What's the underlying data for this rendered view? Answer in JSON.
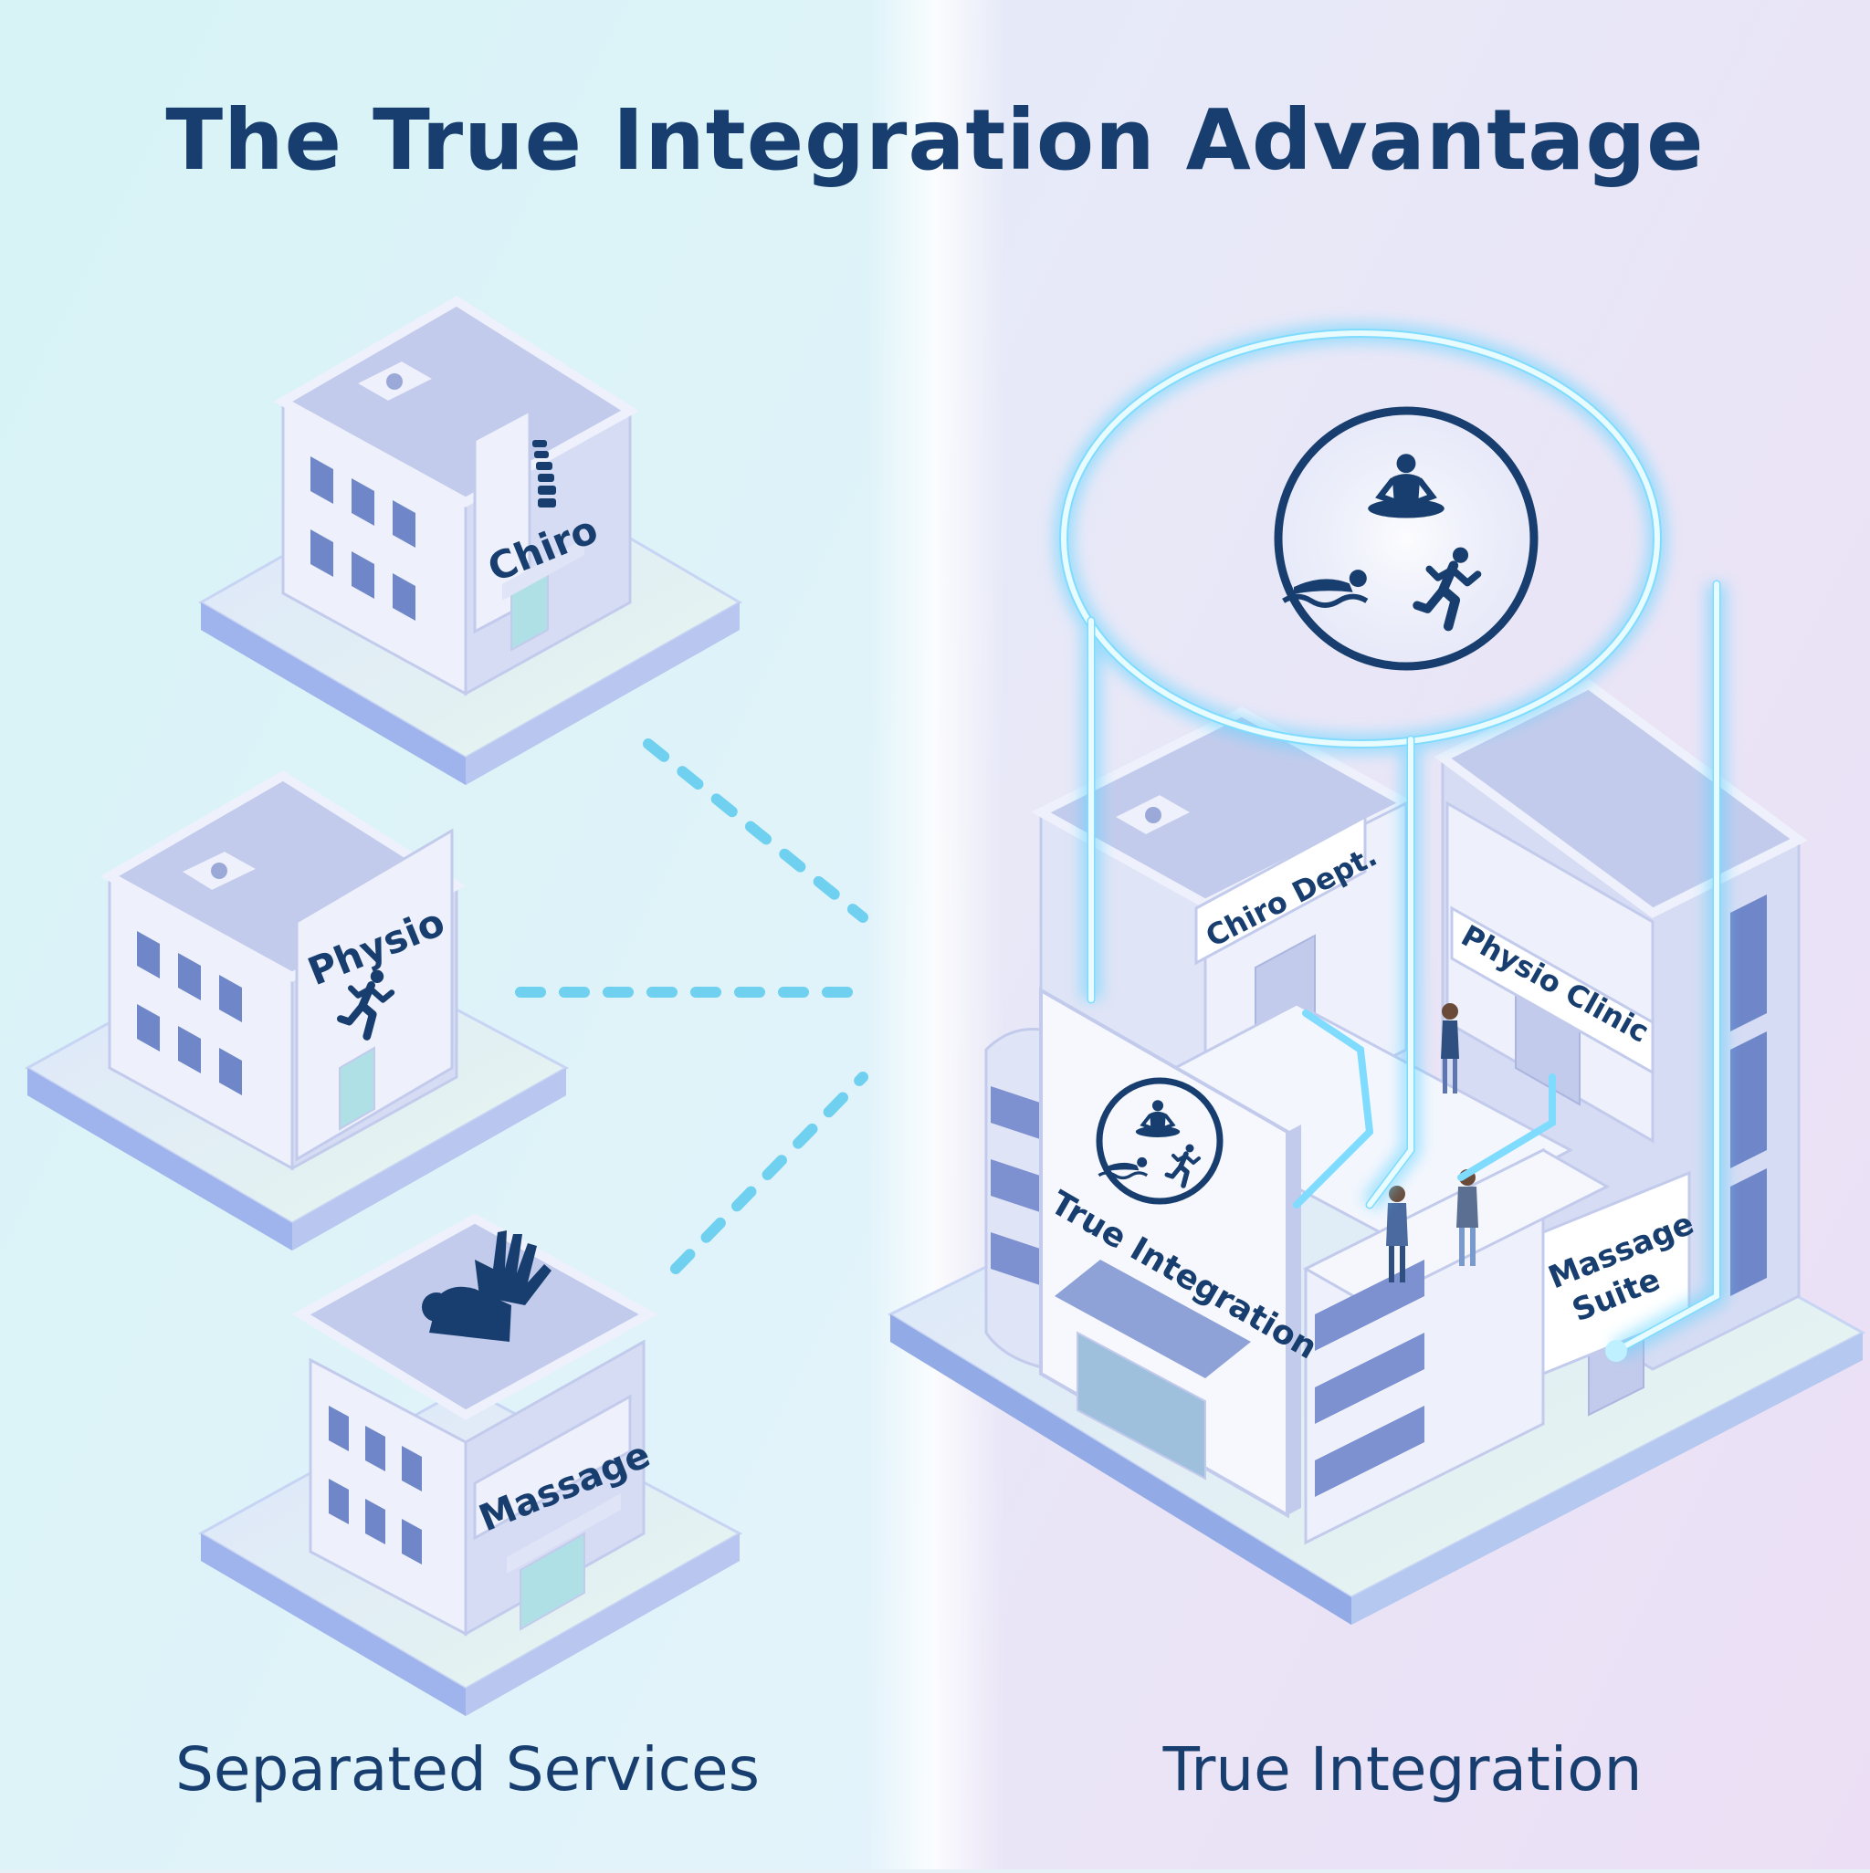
{
  "title": "The True Integration Advantage",
  "left_panel": {
    "caption": "Separated Services",
    "buildings": [
      {
        "label": "Chiro",
        "icon": "spine-icon"
      },
      {
        "label": "Physio",
        "icon": "runner-icon"
      },
      {
        "label": "Massage",
        "icon": "massage-hand-icon"
      }
    ]
  },
  "right_panel": {
    "caption": "True Integration",
    "main_sign": "True Integration",
    "departments": [
      "Chiro Dept.",
      "Physio Clinic",
      "Massage Suite"
    ],
    "massage_suite_lines": [
      "Massage",
      "Suite"
    ],
    "hub_icons": [
      "meditation-icon",
      "swimmer-icon",
      "runner-icon"
    ]
  },
  "colors": {
    "title": "#173e6e",
    "glow": "#5fd3ff",
    "connector": "#6fd0ef",
    "building_wall": "#eef1fb",
    "building_shade": "#c3cbec",
    "window": "#6f86c9",
    "platform": "#b5c8f0"
  }
}
